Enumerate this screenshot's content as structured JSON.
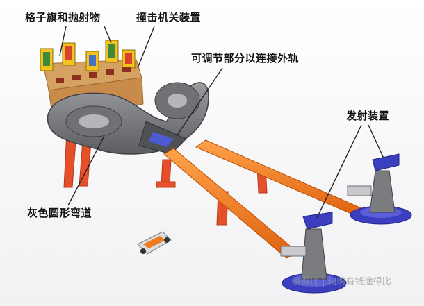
{
  "callouts": {
    "flags": "格子旗和抛射物",
    "trigger": "撞击机关装置",
    "adjustable_track": "可调节部分以连接外轨",
    "launcher": "发射装置",
    "gray_loop": "灰色圆形弯道"
  },
  "watermark": "没得比 | 何购有钱途得比",
  "colors": {
    "orange_track": "#f07a1e",
    "gray_plastic": "#7a7c80",
    "blue_base": "#3b3fbf",
    "red_support": "#e5502a",
    "tan_backdrop": "#c98b4a"
  }
}
